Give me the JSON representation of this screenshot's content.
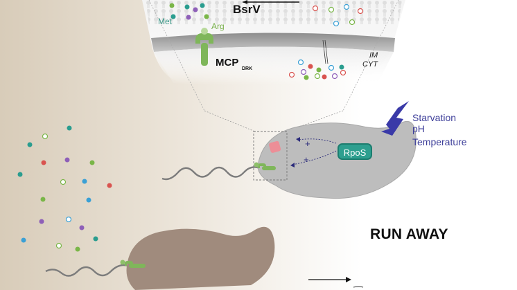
{
  "labels": {
    "bsrv": "BsrV",
    "met": "Met",
    "arg": "Arg",
    "mcp_main": "MCP",
    "mcp_subscript": "DRK",
    "im": "IM",
    "cyt": "CYT",
    "rpos": "RpoS",
    "stress_conditions": [
      "Starvation",
      "pH",
      "Temperature"
    ],
    "run_away": "RUN AWAY"
  },
  "colors": {
    "background_left": "#d9cdbb",
    "membrane": "#9a9a9a",
    "cell_grey": "#bdbdbd",
    "cell_brown": "#a08b7d",
    "receptor_green": "#7fb65a",
    "rpos_teal": "#2d9f8f",
    "lightning_blue": "#3a3aa8",
    "stress_text": "#3e3f9a",
    "pink_box": "#ec8e97",
    "dot_teal": "#2a9d8f",
    "dot_red": "#d9534f",
    "dot_purple": "#8e5fb8",
    "dot_green": "#7ab648",
    "dot_blue": "#3aa0d5"
  },
  "icons": [
    "lightning-icon",
    "chemoreceptor-icon",
    "flagellum-icon",
    "arrow-icon"
  ]
}
